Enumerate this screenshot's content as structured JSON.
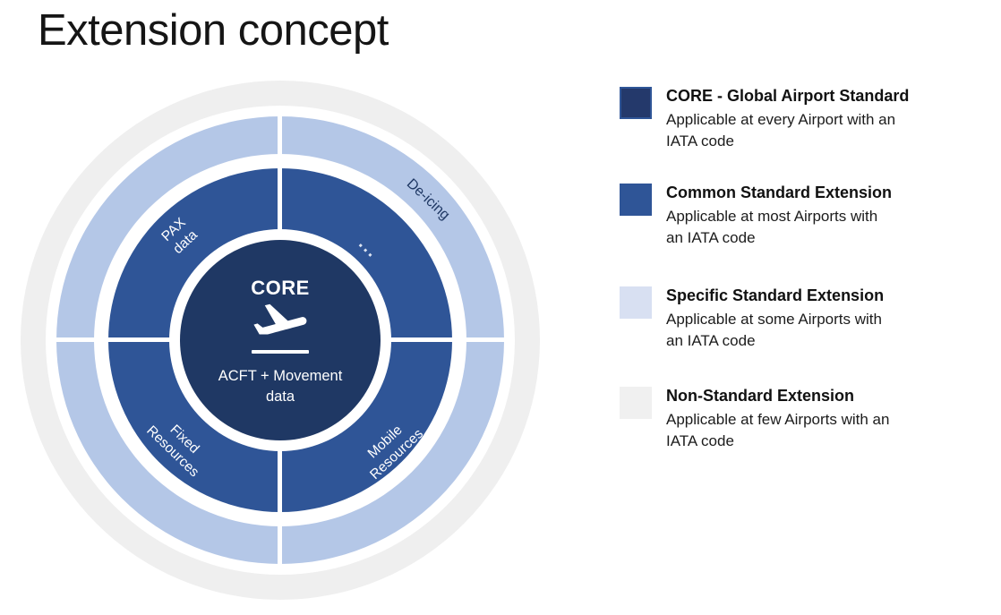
{
  "slide": {
    "title": "Extension concept"
  },
  "colors": {
    "core_navy": "#1F3864",
    "common_blue": "#2F5597",
    "specific_light_blue": "#B4C7E7",
    "non_standard_gray": "#EFEFEF",
    "deicing_text": "#1F3864",
    "dots_text": "#DCE4F2"
  },
  "diagram": {
    "core": {
      "title": "CORE",
      "icon": "airplane-takeoff-icon",
      "subtitle_line1": "ACFT + Movement",
      "subtitle_line2": "data"
    },
    "common_ring": {
      "pax_line1": "PAX",
      "pax_line2": "data",
      "dots": "...",
      "fixed_line1": "Fixed",
      "fixed_line2": "Resources",
      "mobile_line1": "Mobile",
      "mobile_line2": "Resources"
    },
    "specific_ring": {
      "deicing": "De-icing"
    }
  },
  "legend": {
    "items": [
      {
        "title": "CORE - Global Airport Standard",
        "desc_line1": "Applicable at every Airport with an",
        "desc_line2": "IATA code",
        "swatch": "#24396B",
        "swatch_border": "#2F5597"
      },
      {
        "title": "Common Standard Extension",
        "desc_line1": "Applicable at most Airports with",
        "desc_line2": "an IATA code",
        "swatch": "#2F5597"
      },
      {
        "title": "Specific Standard Extension",
        "desc_line1": "Applicable at some Airports with",
        "desc_line2": "an IATA code",
        "swatch": "#D8E0F2"
      },
      {
        "title": "Non-Standard Extension",
        "desc_line1": "Applicable at few Airports with an",
        "desc_line2": "IATA code",
        "swatch": "#F0F0F0"
      }
    ]
  }
}
